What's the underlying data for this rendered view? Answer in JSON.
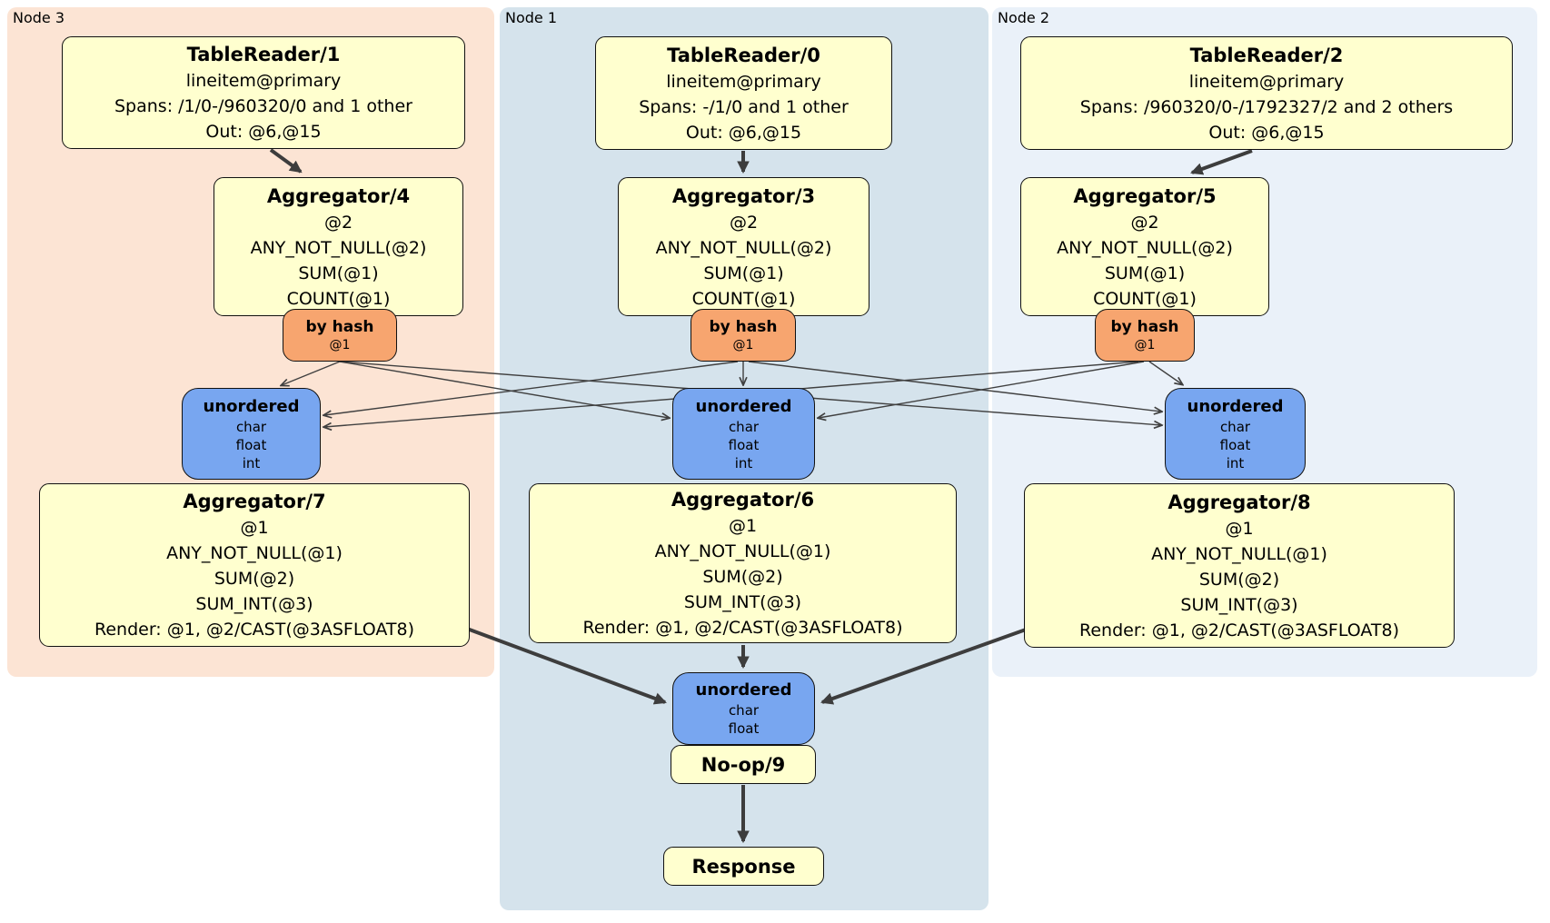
{
  "regions": {
    "node3": {
      "label": "Node 3"
    },
    "node1": {
      "label": "Node 1"
    },
    "node2": {
      "label": "Node 2"
    }
  },
  "nodes": {
    "tr1": {
      "title": "TableReader/1",
      "lines": [
        "lineitem@primary",
        "Spans: /1/0-/960320/0 and 1 other",
        "Out: @6,@15"
      ]
    },
    "tr0": {
      "title": "TableReader/0",
      "lines": [
        "lineitem@primary",
        "Spans: -/1/0 and 1 other",
        "Out: @6,@15"
      ]
    },
    "tr2": {
      "title": "TableReader/2",
      "lines": [
        "lineitem@primary",
        "Spans: /960320/0-/1792327/2 and 2 others",
        "Out: @6,@15"
      ]
    },
    "agg4": {
      "title": "Aggregator/4",
      "lines": [
        "@2",
        "ANY_NOT_NULL(@2)",
        "SUM(@1)",
        "COUNT(@1)"
      ]
    },
    "agg3": {
      "title": "Aggregator/3",
      "lines": [
        "@2",
        "ANY_NOT_NULL(@2)",
        "SUM(@1)",
        "COUNT(@1)"
      ]
    },
    "agg5": {
      "title": "Aggregator/5",
      "lines": [
        "@2",
        "ANY_NOT_NULL(@2)",
        "SUM(@1)",
        "COUNT(@1)"
      ]
    },
    "agg7": {
      "title": "Aggregator/7",
      "lines": [
        "@1",
        "ANY_NOT_NULL(@1)",
        "SUM(@2)",
        "SUM_INT(@3)",
        "Render: @1, @2/CAST(@3ASFLOAT8)"
      ]
    },
    "agg6": {
      "title": "Aggregator/6",
      "lines": [
        "@1",
        "ANY_NOT_NULL(@1)",
        "SUM(@2)",
        "SUM_INT(@3)",
        "Render: @1, @2/CAST(@3ASFLOAT8)"
      ]
    },
    "agg8": {
      "title": "Aggregator/8",
      "lines": [
        "@1",
        "ANY_NOT_NULL(@1)",
        "SUM(@2)",
        "SUM_INT(@3)",
        "Render: @1, @2/CAST(@3ASFLOAT8)"
      ]
    },
    "bh3": {
      "title": "by hash",
      "lines": [
        "@1"
      ]
    },
    "bh1": {
      "title": "by hash",
      "lines": [
        "@1"
      ]
    },
    "bh2": {
      "title": "by hash",
      "lines": [
        "@1"
      ]
    },
    "un3": {
      "title": "unordered",
      "lines": [
        "char",
        "float",
        "int"
      ]
    },
    "un1": {
      "title": "unordered",
      "lines": [
        "char",
        "float",
        "int"
      ]
    },
    "un2": {
      "title": "unordered",
      "lines": [
        "char",
        "float",
        "int"
      ]
    },
    "unb": {
      "title": "unordered",
      "lines": [
        "char",
        "float"
      ]
    },
    "noop": {
      "title": "No-op/9"
    },
    "response": {
      "title": "Response"
    }
  },
  "edges": [
    {
      "from": "TableReader/1",
      "to": "Aggregator/4"
    },
    {
      "from": "TableReader/0",
      "to": "Aggregator/3"
    },
    {
      "from": "TableReader/2",
      "to": "Aggregator/5"
    },
    {
      "from": "by hash @1 (node 3)",
      "to": "unordered (node 3)"
    },
    {
      "from": "by hash @1 (node 3)",
      "to": "unordered (node 1)"
    },
    {
      "from": "by hash @1 (node 3)",
      "to": "unordered (node 2)"
    },
    {
      "from": "by hash @1 (node 1)",
      "to": "unordered (node 3)"
    },
    {
      "from": "by hash @1 (node 1)",
      "to": "unordered (node 1)"
    },
    {
      "from": "by hash @1 (node 1)",
      "to": "unordered (node 2)"
    },
    {
      "from": "by hash @1 (node 2)",
      "to": "unordered (node 3)"
    },
    {
      "from": "by hash @1 (node 2)",
      "to": "unordered (node 1)"
    },
    {
      "from": "by hash @1 (node 2)",
      "to": "unordered (node 2)"
    },
    {
      "from": "Aggregator/7",
      "to": "unordered (final)"
    },
    {
      "from": "Aggregator/6",
      "to": "unordered (final)"
    },
    {
      "from": "Aggregator/8",
      "to": "unordered (final)"
    },
    {
      "from": "No-op/9",
      "to": "Response"
    }
  ],
  "colors": {
    "node3_bg": "#fce4d4",
    "node1_bg": "#d5e3ec",
    "node2_bg": "#eaf1f9",
    "processor_fill": "#ffffcf",
    "router_fill": "#f7a56f",
    "sync_fill": "#78a6f0",
    "border": "#111111",
    "edge": "#404040"
  }
}
